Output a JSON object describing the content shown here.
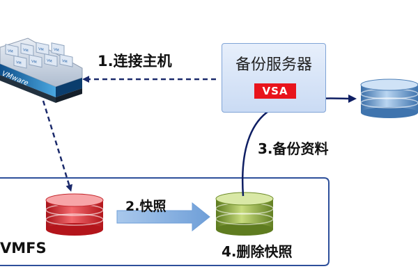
{
  "steps": {
    "connect_host": "1.连接主机",
    "snapshot": "2.快照",
    "backup_data": "3.备份资料",
    "delete_snapshot": "4.删除快照"
  },
  "backup_server": {
    "title": "备份服务器",
    "badge": "VSA"
  },
  "datastore_label": "VMFS",
  "host_logo": "VMware",
  "vm_tile_label": "VM",
  "colors": {
    "arrow_dashed": "#1b2a6b",
    "arrow_solid": "#0e1e63",
    "panel_border": "#2d4f9a",
    "server_fill": "#d6e3f7",
    "badge_red": "#e8141c",
    "disk_red": "#d7262c",
    "disk_green": "#7c9a32",
    "disk_blue": "#5b8fc7",
    "snapshot_arrow": "#8eb4e3"
  },
  "icons": [
    "vmware-host-icon",
    "red-database-icon",
    "green-database-icon",
    "blue-database-icon"
  ]
}
